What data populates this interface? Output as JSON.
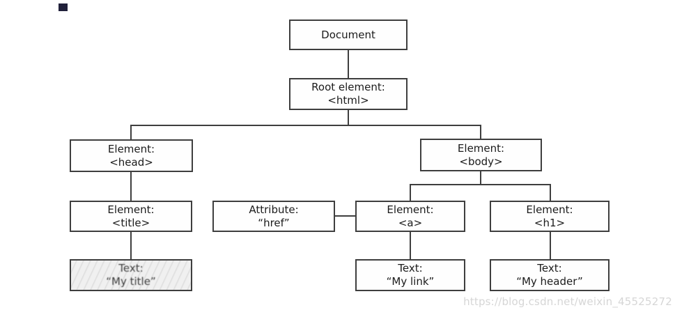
{
  "diagram": {
    "nodes": {
      "document": {
        "line1": "Document"
      },
      "root": {
        "line1": "Root element:",
        "line2": "<html>"
      },
      "head": {
        "line1": "Element:",
        "line2": "<head>"
      },
      "body": {
        "line1": "Element:",
        "line2": "<body>"
      },
      "title": {
        "line1": "Element:",
        "line2": "<title>"
      },
      "text_title": {
        "line1": "Text:",
        "line2": "“My title”"
      },
      "attr_href": {
        "line1": "Attribute:",
        "line2": "“href”"
      },
      "a": {
        "line1": "Element:",
        "line2": "<a>"
      },
      "h1": {
        "line1": "Element:",
        "line2": "<h1>"
      },
      "text_link": {
        "line1": "Text:",
        "line2": "“My link”"
      },
      "text_header": {
        "line1": "Text:",
        "line2": "“My header”"
      }
    },
    "watermark": "https://blog.csdn.net/weixin_45525272"
  }
}
